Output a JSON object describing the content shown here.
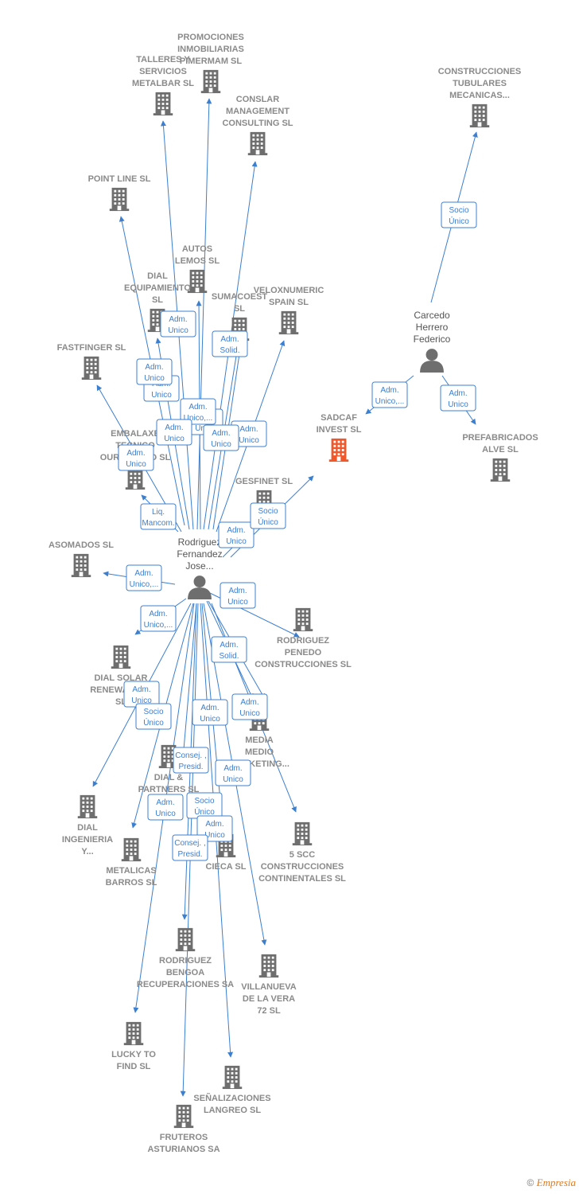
{
  "colors": {
    "edge": "#3b7fd0",
    "node": "#6e6e6e",
    "highlight": "#f0582c",
    "person": "#6e6e6e"
  },
  "footer": {
    "copyright": "©",
    "brand": "Empresia"
  },
  "nodes": [
    {
      "id": "promociones",
      "type": "company",
      "label": [
        "PROMOCIONES",
        "INMOBILIARIAS",
        "PIMERMAM SL"
      ]
    },
    {
      "id": "talleres",
      "type": "company",
      "label": [
        "TALLERES Y",
        "SERVICIOS",
        "METALBAR  SL"
      ]
    },
    {
      "id": "consrtub",
      "type": "company",
      "label": [
        "CONSTRUCCIONES",
        "TUBULARES",
        "MECANICAS..."
      ]
    },
    {
      "id": "conslar",
      "type": "company",
      "label": [
        "CONSLAR",
        "MANAGEMENT",
        "CONSULTING SL"
      ]
    },
    {
      "id": "pointline",
      "type": "company",
      "label": [
        "POINT LINE SL"
      ]
    },
    {
      "id": "autos",
      "type": "company",
      "label": [
        "AUTOS",
        "LEMOS SL"
      ]
    },
    {
      "id": "dialequip",
      "type": "company",
      "label": [
        "DIAL",
        "EQUIPAMIENTO",
        "SL"
      ]
    },
    {
      "id": "sumacoest",
      "type": "company",
      "label": [
        "SUMACOEST",
        "SL"
      ]
    },
    {
      "id": "velox",
      "type": "company",
      "label": [
        "VELOXNUMERIC",
        "SPAIN  SL"
      ]
    },
    {
      "id": "fastfinger",
      "type": "company",
      "label": [
        "FASTFINGER SL"
      ]
    },
    {
      "id": "sadcaf",
      "type": "company",
      "highlight": true,
      "label": [
        "SADCAF",
        "INVEST  SL"
      ]
    },
    {
      "id": "prefab",
      "type": "company",
      "label": [
        "PREFABRICADOS",
        "ALVE SL"
      ]
    },
    {
      "id": "embalaxe",
      "type": "company",
      "label": [
        "EMBALAXE",
        "TECNICO",
        "OURENSANO SL"
      ]
    },
    {
      "id": "gesfinet",
      "type": "company",
      "label": [
        "GESFINET SL"
      ]
    },
    {
      "id": "asomados",
      "type": "company",
      "label": [
        "ASOMADOS  SL"
      ]
    },
    {
      "id": "rodpenedo",
      "type": "company",
      "label": [
        "RODRIGUEZ",
        "PENEDO",
        "CONSTRUCCIONES SL"
      ]
    },
    {
      "id": "dialsolar",
      "type": "company",
      "label": [
        "DIAL SOLAR",
        "RENEWABLES",
        "SL"
      ]
    },
    {
      "id": "mediamedio",
      "type": "company",
      "label": [
        "MEDIA",
        "MEDIO",
        "MARKETING..."
      ]
    },
    {
      "id": "dialpartners",
      "type": "company",
      "label": [
        "DIAL &",
        "PARTNERS  SL"
      ]
    },
    {
      "id": "dialing",
      "type": "company",
      "label": [
        "DIAL",
        "INGENIERIA",
        "Y..."
      ]
    },
    {
      "id": "metalicas",
      "type": "company",
      "label": [
        "METALICAS",
        "BARROS SL"
      ]
    },
    {
      "id": "cieca",
      "type": "company",
      "label": [
        "CIECA  SL"
      ]
    },
    {
      "id": "scc",
      "type": "company",
      "label": [
        "5 SCC",
        "CONSTRUCCIONES",
        "CONTINENTALES SL"
      ]
    },
    {
      "id": "rodbengoa",
      "type": "company",
      "label": [
        "RODRIGUEZ",
        "BENGOA",
        "RECUPERACIONES SA"
      ]
    },
    {
      "id": "villanueva",
      "type": "company",
      "label": [
        "VILLANUEVA",
        "DE LA VERA",
        "72 SL"
      ]
    },
    {
      "id": "lucky",
      "type": "company",
      "label": [
        "LUCKY TO",
        "FIND SL"
      ]
    },
    {
      "id": "senal",
      "type": "company",
      "label": [
        "SEÑALIZACIONES",
        "LANGREO SL"
      ]
    },
    {
      "id": "fruteros",
      "type": "company",
      "label": [
        "FRUTEROS",
        "ASTURIANOS SA"
      ]
    },
    {
      "id": "rodriguez",
      "type": "person",
      "label": [
        "Rodriguez",
        "Fernandez",
        "Jose..."
      ]
    },
    {
      "id": "carcedo",
      "type": "person",
      "label": [
        "Carcedo",
        "Herrero",
        "Federico"
      ]
    }
  ],
  "edges": [
    {
      "id": "e-talleres",
      "from": "rodriguez",
      "to": "talleres",
      "label": [
        "Adm.",
        "Unico"
      ]
    },
    {
      "id": "e-promociones",
      "from": "rodriguez",
      "to": "promociones",
      "label": [
        "Adm.",
        "Unico"
      ]
    },
    {
      "id": "e-conslar",
      "from": "rodriguez",
      "to": "conslar",
      "label": [
        "Adm.",
        "Unico"
      ]
    },
    {
      "id": "e-pointline",
      "from": "rodriguez",
      "to": "pointline",
      "label": [
        "Adm.",
        "Unico"
      ]
    },
    {
      "id": "e-autos",
      "from": "rodriguez",
      "to": "autos",
      "label": [
        "Adm.",
        "Unico,..."
      ]
    },
    {
      "id": "e-dialequip",
      "from": "rodriguez",
      "to": "dialequip",
      "label": [
        "Adm.",
        "Unico"
      ]
    },
    {
      "id": "e-sumacoest",
      "from": "rodriguez",
      "to": "sumacoest",
      "label": [
        "Adm.",
        "Solid."
      ]
    },
    {
      "id": "e-velox",
      "from": "rodriguez",
      "to": "velox",
      "label": [
        "Adm.",
        "Unico"
      ]
    },
    {
      "id": "e-sumacoest2",
      "from": "rodriguez",
      "to": "sumacoest",
      "label": [
        "Adm.",
        "Unico"
      ]
    },
    {
      "id": "e-fastfinger",
      "from": "rodriguez",
      "to": "fastfinger",
      "label": [
        "Adm.",
        "Unico"
      ]
    },
    {
      "id": "e-embalaxe",
      "from": "rodriguez",
      "to": "embalaxe",
      "label": [
        "Liq.",
        "Mancom."
      ]
    },
    {
      "id": "e-gesfinet",
      "from": "rodriguez",
      "to": "gesfinet",
      "label": [
        "Adm.",
        "Unico"
      ]
    },
    {
      "id": "e-sadcaf",
      "from": "rodriguez",
      "to": "sadcaf",
      "label": [
        "Socio",
        "Único"
      ]
    },
    {
      "id": "e-asomados",
      "from": "rodriguez",
      "to": "asomados",
      "label": [
        "Adm.",
        "Unico,..."
      ]
    },
    {
      "id": "e-rodpenedo",
      "from": "rodriguez",
      "to": "rodpenedo",
      "label": [
        "Adm.",
        "Unico"
      ]
    },
    {
      "id": "e-dialsolar",
      "from": "rodriguez",
      "to": "dialsolar",
      "label": [
        "Adm.",
        "Unico,..."
      ]
    },
    {
      "id": "e-mediamedio",
      "from": "rodriguez",
      "to": "mediamedio",
      "label": [
        "Adm.",
        "Solid."
      ]
    },
    {
      "id": "e-mediamedio2",
      "from": "rodriguez",
      "to": "mediamedio",
      "label": [
        "Adm.",
        "Unico"
      ]
    },
    {
      "id": "e-dialing",
      "from": "rodriguez",
      "to": "dialing",
      "label": [
        "Adm.",
        "Unico"
      ]
    },
    {
      "id": "e-metalicas",
      "from": "rodriguez",
      "to": "metalicas",
      "label": [
        "Socio",
        "Único"
      ]
    },
    {
      "id": "e-dialpartners",
      "from": "rodriguez",
      "to": "dialpartners",
      "label": [
        "Adm.",
        "Unico"
      ]
    },
    {
      "id": "e-rodbengoa",
      "from": "rodriguez",
      "to": "rodbengoa",
      "label": [
        "Consej. ,",
        "Presid."
      ]
    },
    {
      "id": "e-scc",
      "from": "rodriguez",
      "to": "scc",
      "label": [
        "Adm.",
        "Unico"
      ]
    },
    {
      "id": "e-lucky",
      "from": "rodriguez",
      "to": "lucky",
      "label": [
        "Adm.",
        "Unico"
      ]
    },
    {
      "id": "e-villanueva",
      "from": "rodriguez",
      "to": "villanueva",
      "label": [
        "Socio",
        "Único"
      ]
    },
    {
      "id": "e-cieca",
      "from": "rodriguez",
      "to": "cieca",
      "label": [
        "Adm.",
        "Unico"
      ]
    },
    {
      "id": "e-fruteros",
      "from": "rodriguez",
      "to": "fruteros",
      "label": [
        "Consej. ,",
        "Presid."
      ]
    },
    {
      "id": "e-senal",
      "from": "rodriguez",
      "to": "senal",
      "label": []
    },
    {
      "id": "e-consrtub",
      "from": "carcedo",
      "to": "consrtub",
      "label": [
        "Socio",
        "Único"
      ]
    },
    {
      "id": "e-carcedo-sadcaf",
      "from": "carcedo",
      "to": "sadcaf",
      "label": [
        "Adm.",
        "Unico,..."
      ]
    },
    {
      "id": "e-prefab",
      "from": "carcedo",
      "to": "prefab",
      "label": [
        "Adm.",
        "Unico"
      ]
    }
  ]
}
